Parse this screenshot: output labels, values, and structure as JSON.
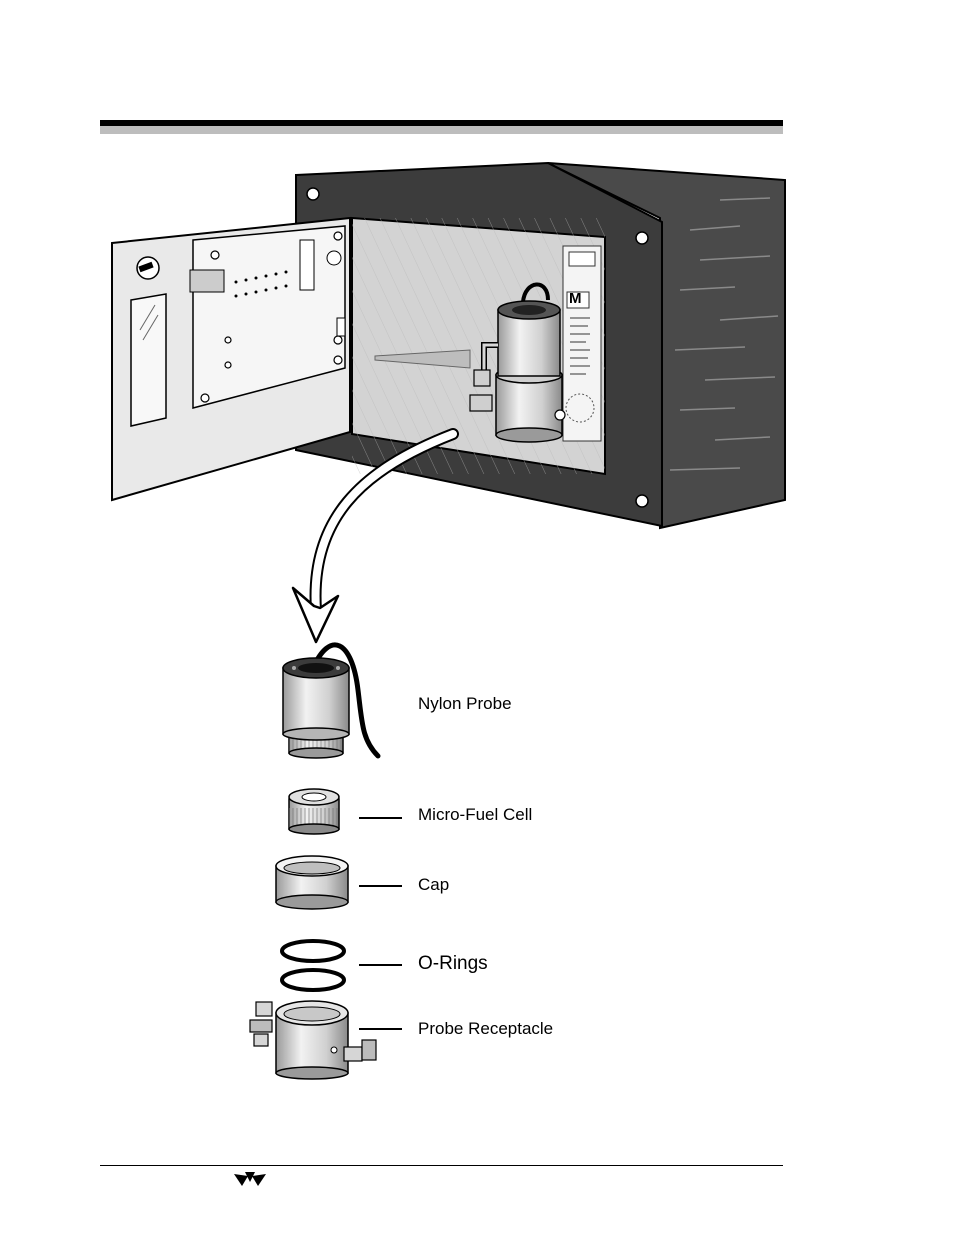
{
  "parts": [
    {
      "id": "nylon-probe",
      "label": "Nylon Probe"
    },
    {
      "id": "micro-fuel-cell",
      "label": "Micro-Fuel Cell"
    },
    {
      "id": "cap",
      "label": "Cap"
    },
    {
      "id": "o-rings",
      "label": "O-Rings"
    },
    {
      "id": "probe-receptacle",
      "label": "Probe Receptacle"
    }
  ],
  "instrument": {
    "panel_letter": "M"
  },
  "colors": {
    "chassis": "#3c3c3c",
    "panel_light": "#e6e6e6",
    "cavity": "#cfcfcf",
    "rule": "#000000"
  }
}
